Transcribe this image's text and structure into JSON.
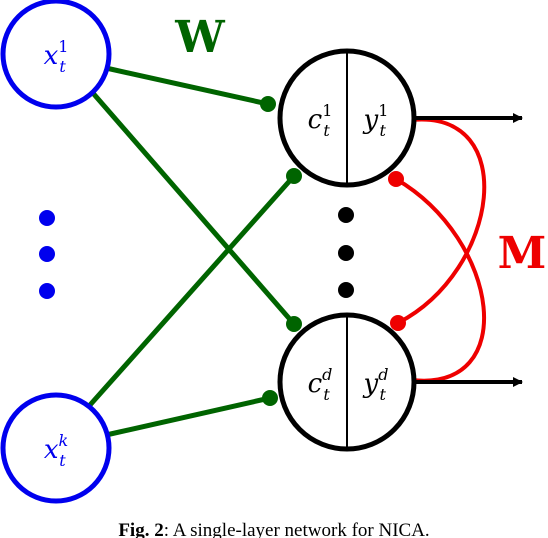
{
  "diagram": {
    "inputs": {
      "top": {
        "var": "x",
        "sup": "1",
        "sub": "t"
      },
      "bottom": {
        "var": "x",
        "sup": "k",
        "sub": "t"
      }
    },
    "outputs": {
      "top": {
        "c": {
          "var": "c",
          "sup": "1",
          "sub": "t"
        },
        "y": {
          "var": "y",
          "sup": "1",
          "sub": "t"
        }
      },
      "bottom": {
        "c": {
          "var": "c",
          "sup": "d",
          "sub": "t"
        },
        "y": {
          "var": "y",
          "sup": "d",
          "sub": "t"
        }
      }
    },
    "weight_labels": {
      "feedforward": "W",
      "lateral": "M"
    },
    "colors": {
      "input": "#0000ee",
      "feedforward": "#006400",
      "lateral": "#ee0000",
      "neuron": "#000000"
    }
  },
  "caption": {
    "label": "Fig. 2",
    "text": ": A single-layer network for NICA."
  }
}
